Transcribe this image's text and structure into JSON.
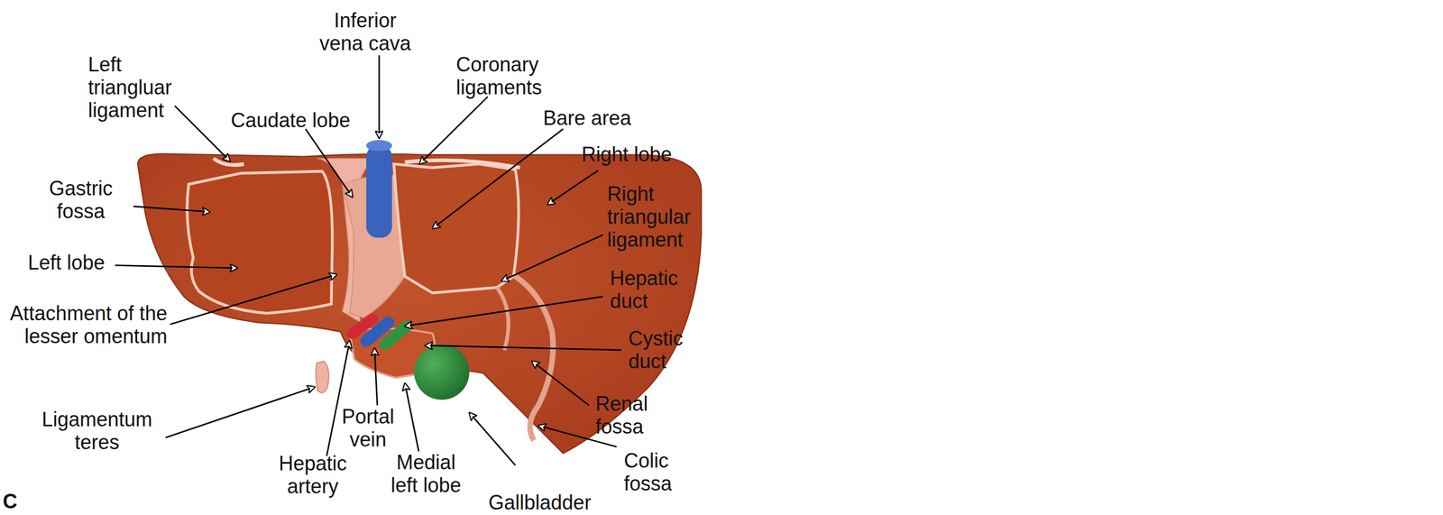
{
  "diagram": {
    "labels": [
      "Inferior vena cava",
      "Left triangluar ligament",
      "Coronary ligaments",
      "Caudate lobe",
      "Bare area",
      "Right lobe",
      "Gastric fossa",
      "Right triangular ligament",
      "Left lobe",
      "Hepatic duct",
      "Attachment of the lesser omentum",
      "Cystic duct",
      "Renal fossa",
      "Ligamentum teres",
      "Portal vein",
      "Colic fossa",
      "Hepatic artery",
      "Medial left lobe",
      "Gallbladder",
      "C"
    ]
  }
}
